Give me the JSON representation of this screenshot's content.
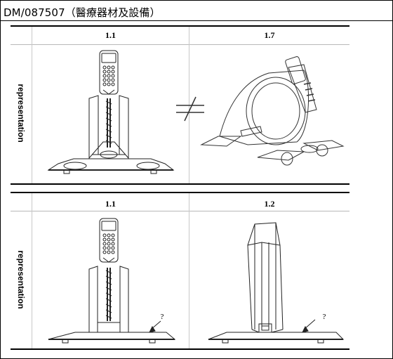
{
  "header": {
    "title": "DM/087507（醫療器材及設備）"
  },
  "tables": [
    {
      "columns": [
        "1.1",
        "1.7"
      ],
      "row_label": "representation",
      "between_symbol": "≠",
      "right_artwork": "elliptical-trainer-drawing",
      "left_artwork": "standing-console-drawing"
    },
    {
      "columns": [
        "1.1",
        "1.2"
      ],
      "row_label": "representation",
      "annotation": "?",
      "right_artwork": "column-console-drawing",
      "left_artwork": "standing-console-drawing"
    }
  ]
}
